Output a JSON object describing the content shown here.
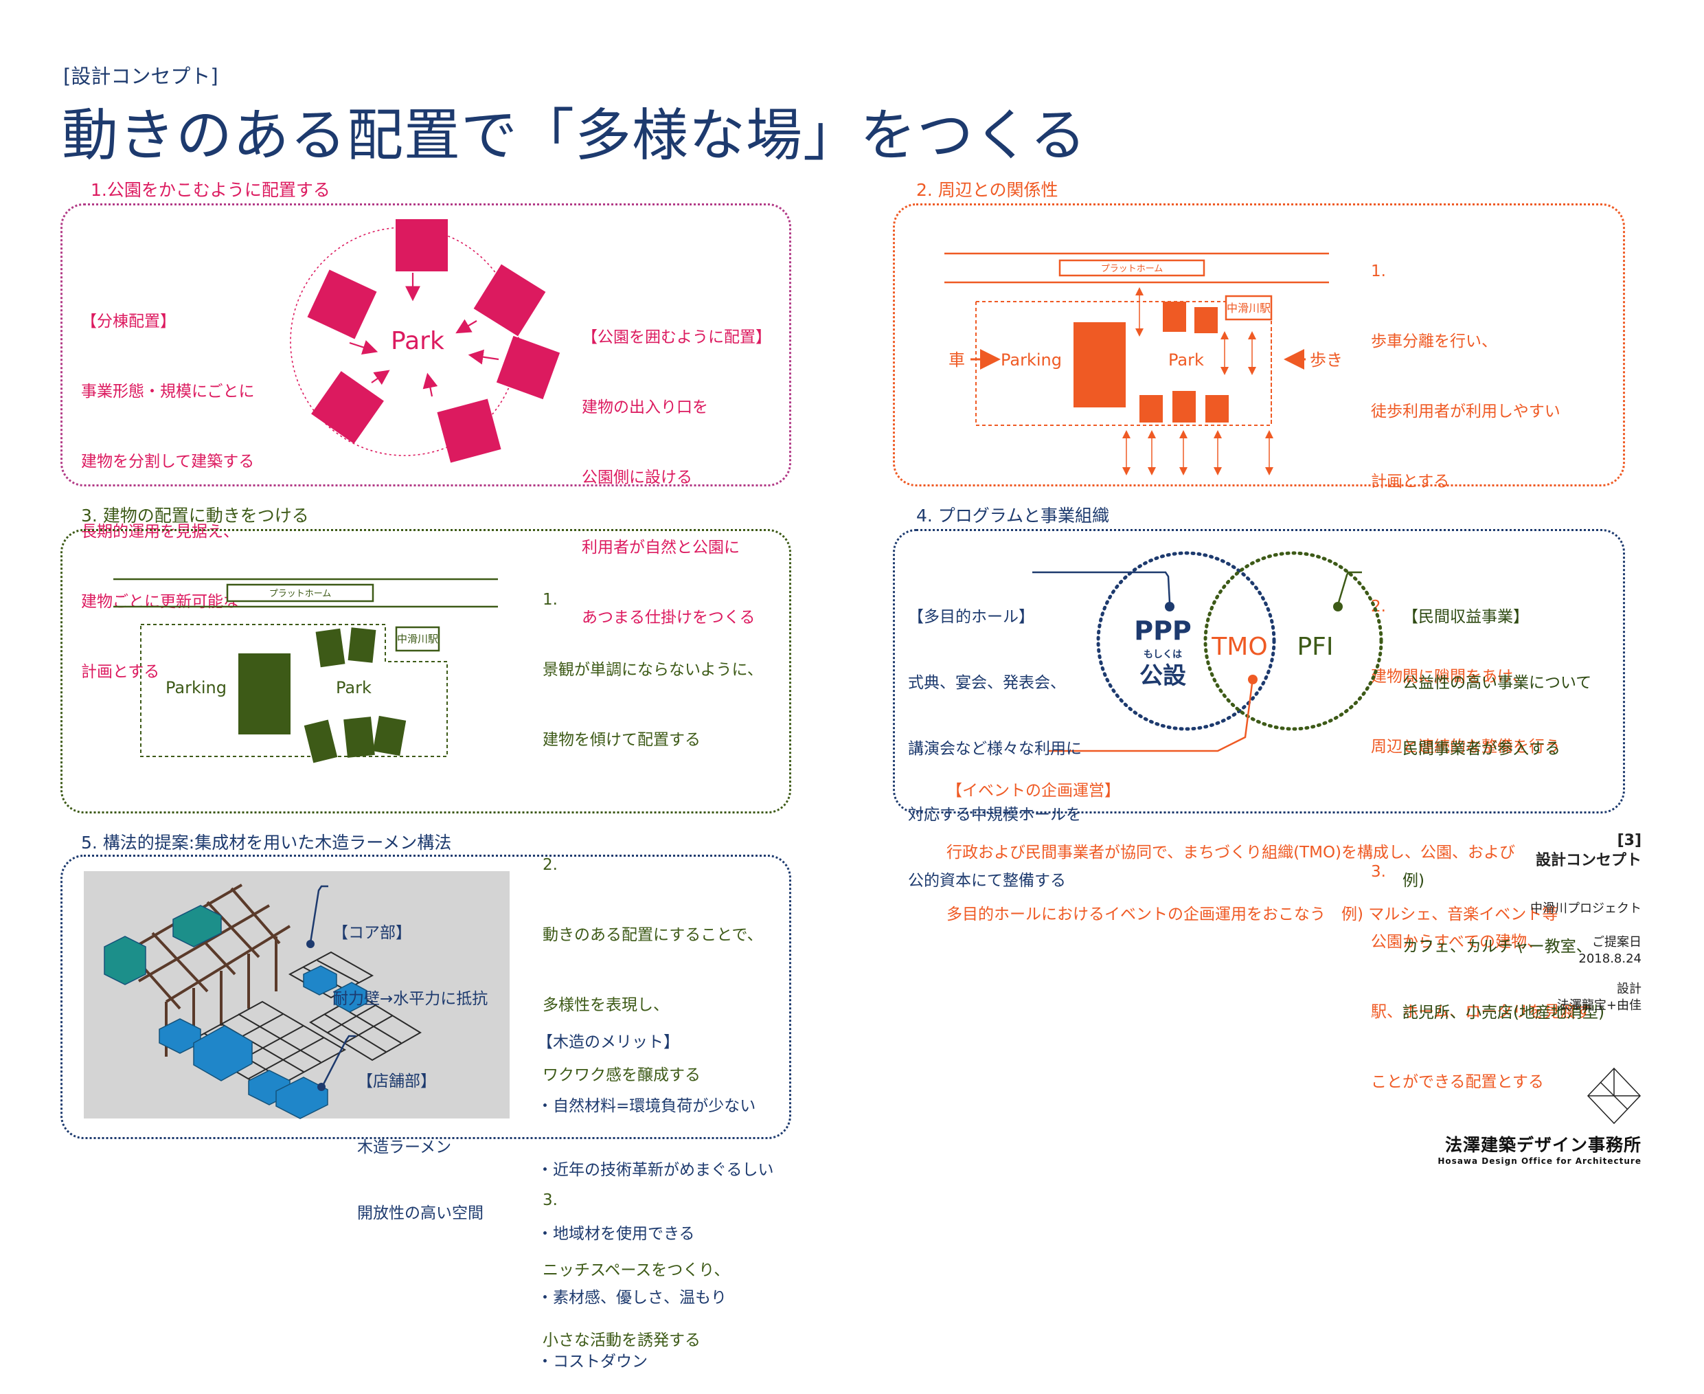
{
  "header": {
    "tag": "[設計コンセプト]",
    "title": "動きのある配置で「多様な場」をつくる"
  },
  "colors": {
    "navy": "#1d3a6e",
    "pink": "#dc1a5f",
    "orange": "#ef5a24",
    "green": "#3d5a17"
  },
  "section1": {
    "title": "1.公園をかこむように配置する",
    "left_heading": "【分棟配置】",
    "left_lines": [
      "事業形態・規模にごとに",
      "建物を分割して建築する",
      "長期的運用を見据え、",
      "建物ごとに更新可能な",
      "計画とする"
    ],
    "center_label": "Park",
    "right_heading": "【公園を囲むように配置】",
    "right_lines": [
      "建物の出入り口を",
      "公園側に設ける",
      "利用者が自然と公園に",
      "あつまる仕掛けをつくる"
    ]
  },
  "section2": {
    "title": "2. 周辺との関係性",
    "platform_label": "プラットホーム",
    "station_label": "中滑川駅",
    "parking_label": "Parking",
    "park_label": "Park",
    "car_label": "車",
    "walk_label": "歩き",
    "points": [
      {
        "num": "1.",
        "lines": [
          "歩車分離を行い、",
          "徒歩利用者が利用しやすい",
          "計画とする"
        ]
      },
      {
        "num": "2.",
        "lines": [
          "建物間に隙間をあけ、",
          "周辺と連続的な整備を行う"
        ]
      },
      {
        "num": "3.",
        "lines": [
          "公園からすべての建物、",
          "駅、ホーム、ロータリを見渡す",
          "ことができる配置とする"
        ]
      }
    ]
  },
  "section3": {
    "title": "3. 建物の配置に動きをつける",
    "platform_label": "プラットホーム",
    "station_label": "中滑川駅",
    "parking_label": "Parking",
    "park_label": "Park",
    "points": [
      {
        "num": "1.",
        "lines": [
          "景観が単調にならないように、",
          "建物を傾けて配置する"
        ]
      },
      {
        "num": "2.",
        "lines": [
          "動きのある配置にすることで、",
          "多様性を表現し、",
          "ワクワク感を醸成する"
        ]
      },
      {
        "num": "3.",
        "lines": [
          "ニッチスペースをつくり、",
          "小さな活動を誘発する"
        ]
      }
    ]
  },
  "section4": {
    "title": "4. プログラムと事業組織",
    "left_heading": "【多目的ホール】",
    "left_lines": [
      "式典、宴会、発表会、",
      "講演会など様々な利用に",
      "対応する中規模ホールを",
      "公的資本にて整備する"
    ],
    "ppp_label": "PPP",
    "ppp_sub": "もしくは",
    "ppp_main": "公設",
    "tmo_label": "TMO",
    "pfi_label": "PFI",
    "right_heading": "【民間収益事業】",
    "right_lines": [
      "公益性の高い事業について",
      "民間事業者が参入する",
      "",
      "例)",
      "カフェ、カルチャー教室、",
      "託児所、小売店(地産地消型)"
    ],
    "bottom_heading": "【イベントの企画運営】",
    "bottom_lines": [
      "行政および民間事業者が協同で、まちづくり組織(TMO)を構成し、公園、および",
      "多目的ホールにおけるイベントの企画運用をおこなう　例) マルシェ、音楽イベント等"
    ]
  },
  "section5": {
    "title": "5. 構法的提案:集成材を用いた木造ラーメン構法",
    "core_heading": "【コア部】",
    "core_lines": [
      "耐力壁→水平力に抵抗"
    ],
    "shop_heading": "【店舗部】",
    "shop_lines": [
      "木造ラーメン",
      "開放性の高い空間"
    ],
    "merit_heading": "【木造のメリット】",
    "merit_lines": [
      "・自然材料=環境負荷が少ない",
      "・近年の技術革新がめまぐるしい",
      "・地域材を使用できる",
      "・素材感、優しさ、温もり",
      "・コストダウン"
    ]
  },
  "sidebar": {
    "page_num": "[3]",
    "page_title": "設計コンセプト",
    "project": "中滑川プロジェクト",
    "date_label": "ご提案日",
    "date": "2018.8.24",
    "design_label": "設計",
    "designers": "法澤龍宝+由佳",
    "office_jp": "法澤建築デザイン事務所",
    "office_en": "Hosawa Design Office for Architecture"
  }
}
